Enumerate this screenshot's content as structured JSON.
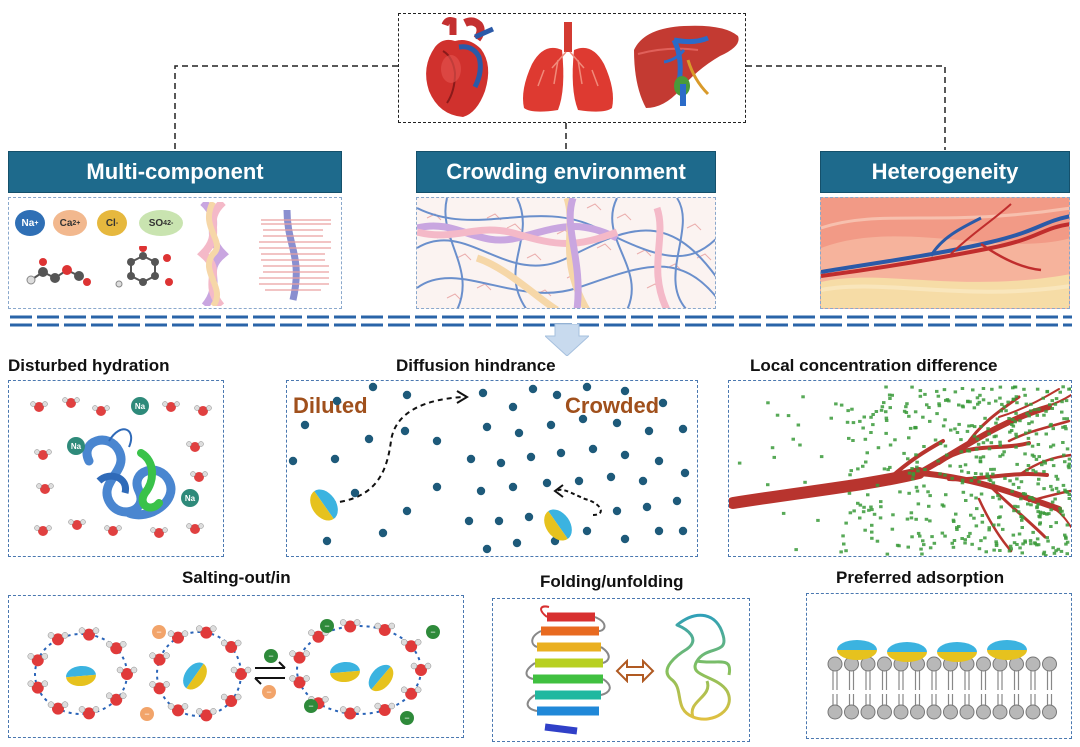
{
  "categories": {
    "multi_component": "Multi-component",
    "crowding_environment": "Crowding environment",
    "heterogeneity": "Heterogeneity"
  },
  "ions": {
    "na": "Na",
    "na_sup": "+",
    "ca": "Ca",
    "ca_sup": "2+",
    "cl": "Cl",
    "cl_sup": "-",
    "so4": "SO",
    "so4_sub": "4",
    "so4_sup": "2-"
  },
  "effects": {
    "disturbed_hydration": "Disturbed hydration",
    "diffusion_hindrance": "Diffusion hindrance",
    "local_concentration": "Local concentration difference",
    "salting": "Salting-out/in",
    "folding": "Folding/unfolding",
    "adsorption": "Preferred adsorption"
  },
  "labels": {
    "diluted": "Diluted",
    "crowded": "Crowded",
    "na_label": "Na"
  },
  "colors": {
    "banner": "#1e6a8c",
    "dash_blue": "#4a78b0",
    "text_brown": "#a0501c",
    "particle": "#1e5a7a"
  },
  "icons": [
    "heart-icon",
    "lungs-icon",
    "liver-icon",
    "protein-icon",
    "double-arrow-icon"
  ]
}
